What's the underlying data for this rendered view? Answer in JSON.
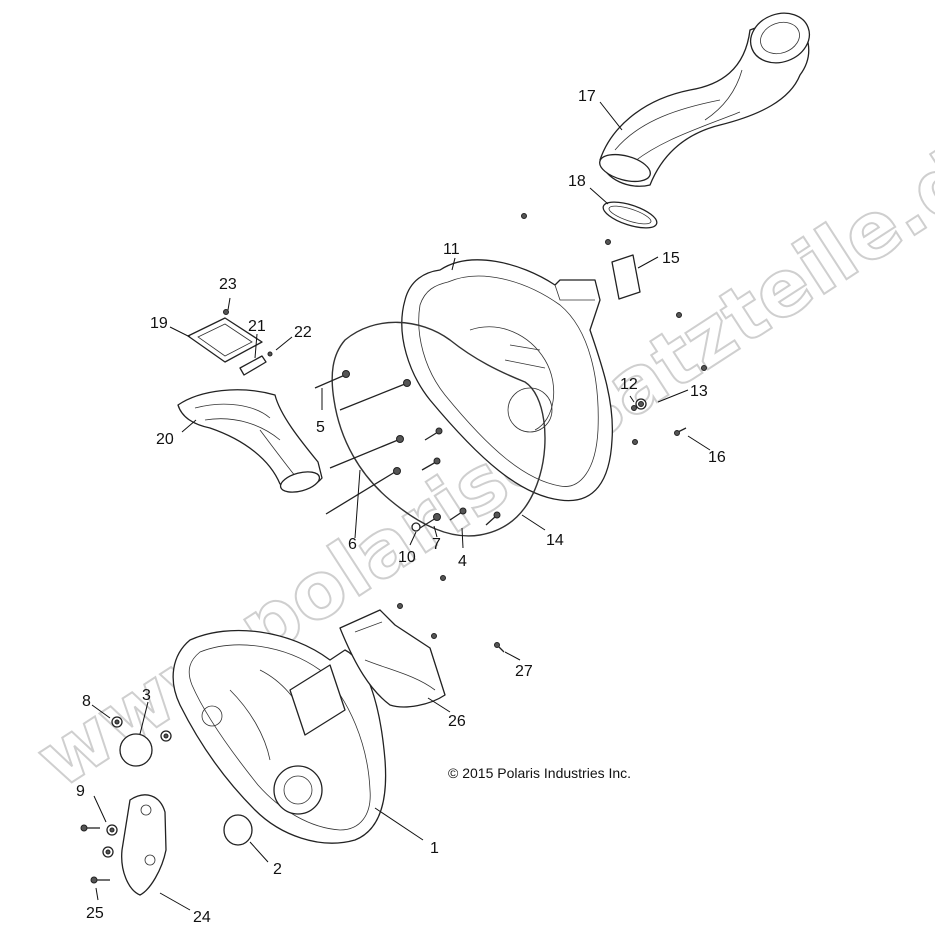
{
  "copyright": "© 2015 Polaris Industries Inc.",
  "watermark": "www.polarisersatzteile.de",
  "callouts": [
    "1",
    "2",
    "3",
    "4",
    "5",
    "6",
    "7",
    "8",
    "9",
    "10",
    "11",
    "12",
    "13",
    "14",
    "15",
    "16",
    "17",
    "18",
    "19",
    "20",
    "21",
    "22",
    "23",
    "24",
    "25",
    "26",
    "27"
  ]
}
